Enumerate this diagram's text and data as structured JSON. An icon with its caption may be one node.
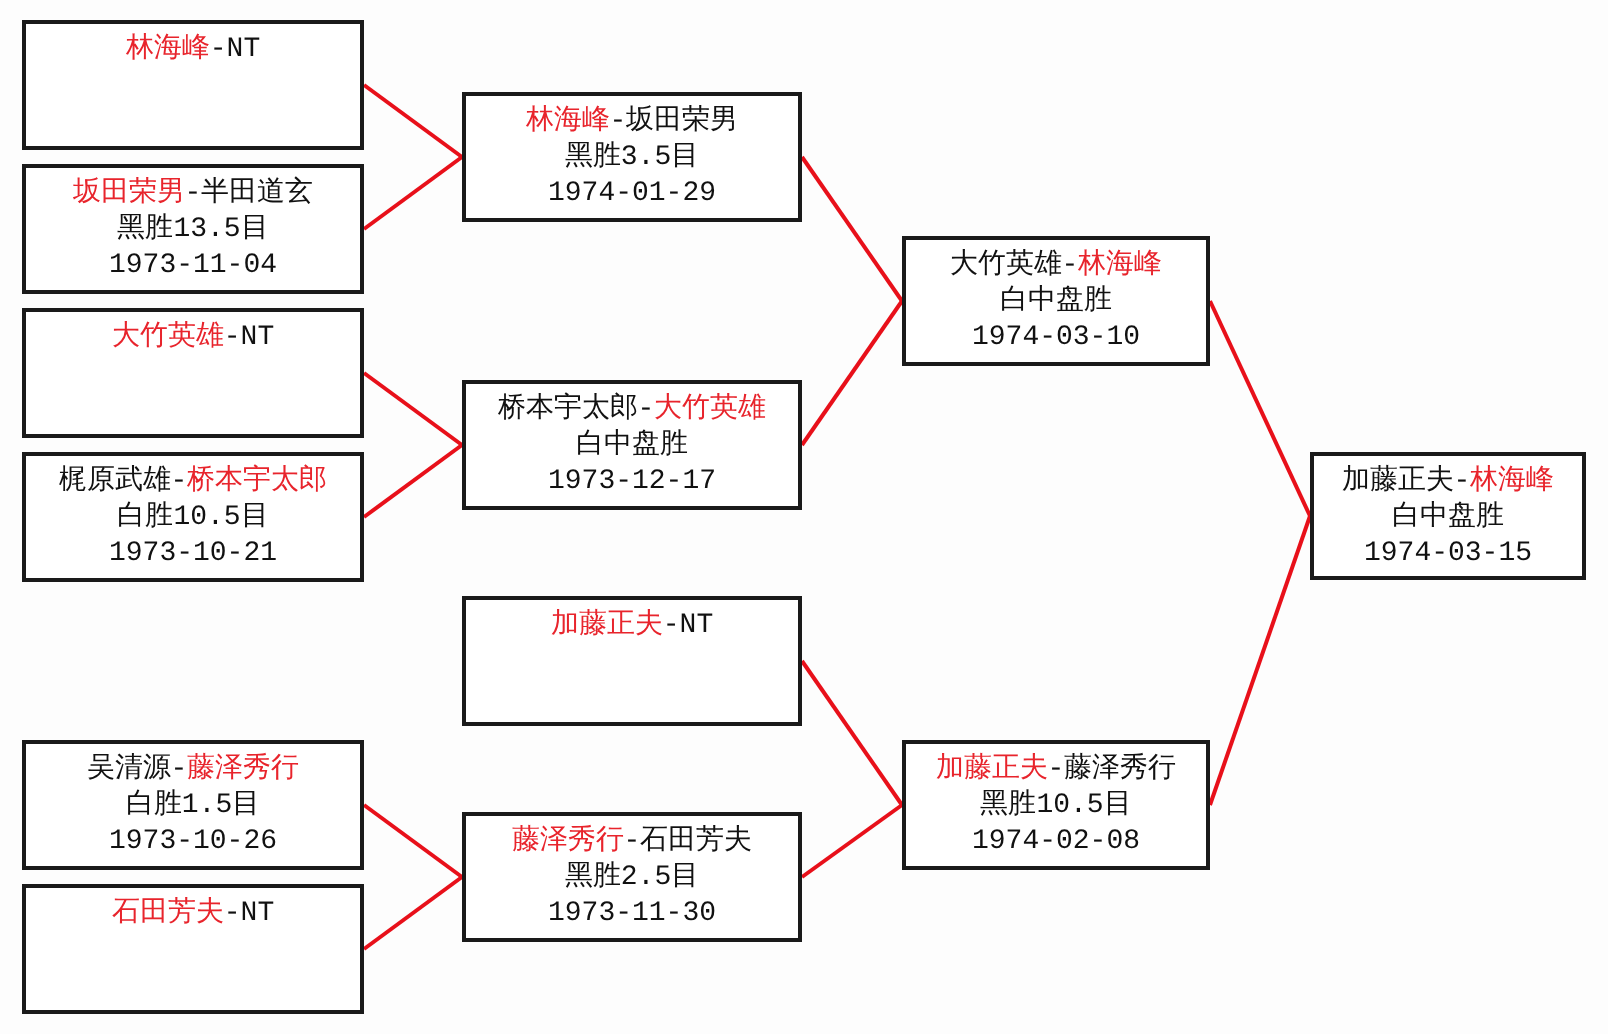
{
  "diagram": {
    "nodes": [
      {
        "text": [
          "**林海峰**-NT"
        ]
      },
      {
        "text": [
          "**坂田荣男**-半田道玄",
          "黑胜13.5目",
          "1973-11-04"
        ]
      },
      {
        "text": [
          "**大竹英雄**-NT"
        ]
      },
      {
        "text": [
          "梶原武雄-**桥本宇太郎**",
          "白胜10.5目",
          "1973-10-21"
        ]
      },
      {
        "text": [
          "吴清源-**藤泽秀行**",
          "白胜1.5目",
          "1973-10-26"
        ]
      },
      {
        "text": [
          "**石田芳夫**-NT"
        ]
      },
      {
        "text": [
          "**林海峰**-坂田荣男",
          "黑胜3.5目",
          "1974-01-29"
        ]
      },
      {
        "text": [
          "桥本宇太郎-**大竹英雄**",
          "白中盘胜",
          "1973-12-17"
        ]
      },
      {
        "text": [
          "**加藤正夫**-NT"
        ]
      },
      {
        "text": [
          "**藤泽秀行**-石田芳夫",
          "黑胜2.5目",
          "1973-11-30"
        ]
      },
      {
        "text": [
          "大竹英雄-**林海峰**",
          "白中盘胜",
          "1974-03-10"
        ]
      },
      {
        "text": [
          "**加藤正夫**-藤泽秀行",
          "黑胜10.5目",
          "1974-02-08"
        ]
      },
      {
        "text": [
          "加藤正夫-**林海峰**",
          "白中盘胜",
          "1974-03-15"
        ]
      }
    ],
    "edges": [
      {
        "from": 0,
        "to": 6,
        "arrow": "none"
      },
      {
        "from": 1,
        "to": 6,
        "arrow": "none"
      },
      {
        "from": 2,
        "to": 7,
        "arrow": "none"
      },
      {
        "from": 3,
        "to": 7,
        "arrow": "none"
      },
      {
        "from": 4,
        "to": 9,
        "arrow": "none"
      },
      {
        "from": 5,
        "to": 9,
        "arrow": "none"
      },
      {
        "from": 6,
        "to": 10,
        "arrow": "none"
      },
      {
        "from": 7,
        "to": 10,
        "arrow": "none"
      },
      {
        "from": 8,
        "to": 11,
        "arrow": "none"
      },
      {
        "from": 9,
        "to": 11,
        "arrow": "none"
      },
      {
        "from": 10,
        "to": 12,
        "arrow": "none"
      },
      {
        "from": 11,
        "to": 12,
        "arrow": "none"
      }
    ]
  }
}
